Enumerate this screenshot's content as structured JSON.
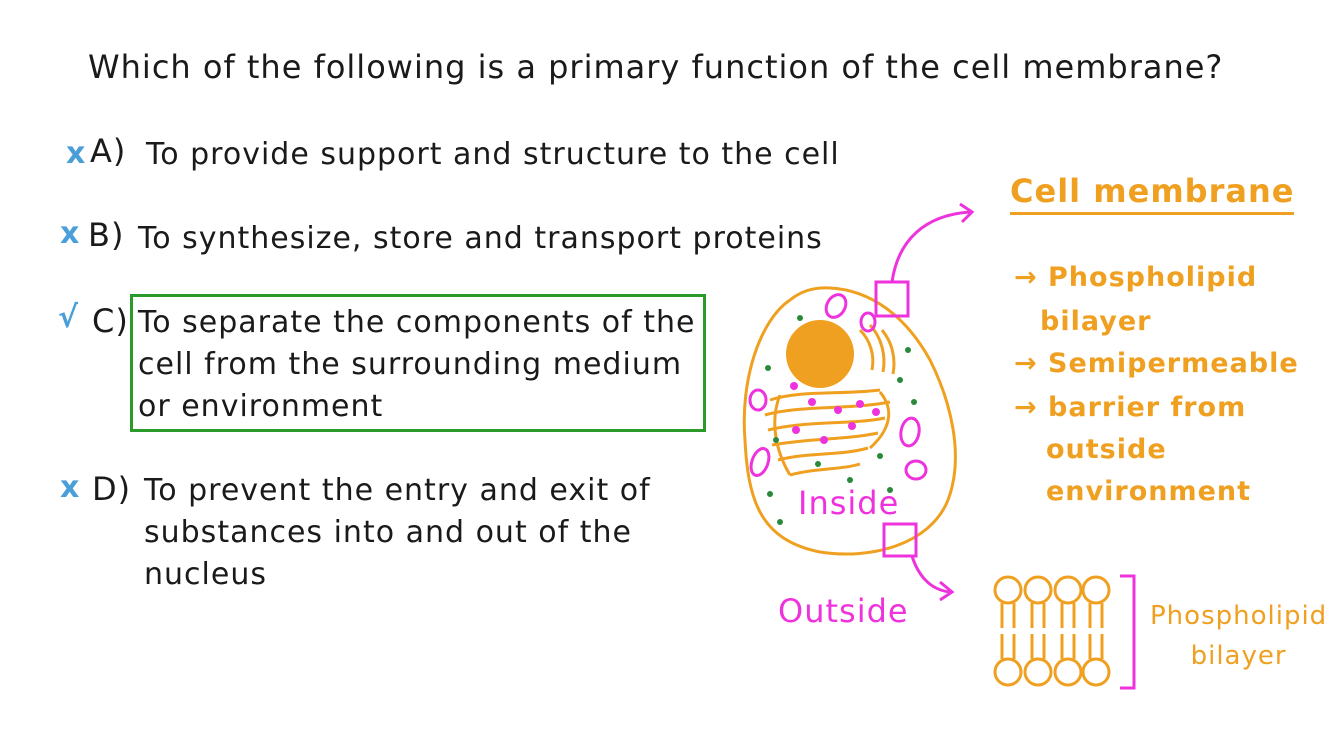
{
  "question": "Which of the following is a primary function of the cell membrane?",
  "options": [
    {
      "mark": "x",
      "letter": "A)",
      "text_lines": [
        "To provide support and structure to the cell"
      ]
    },
    {
      "mark": "x",
      "letter": "B)",
      "text_lines": [
        "To synthesize, store and transport proteins"
      ]
    },
    {
      "mark": "√",
      "letter": "C)",
      "text_lines": [
        "To separate the components of the",
        "cell from the surrounding medium",
        "or environment"
      ]
    },
    {
      "mark": "x",
      "letter": "D)",
      "text_lines": [
        "To prevent the entry and exit of",
        "substances into and out of the",
        "nucleus"
      ]
    }
  ],
  "diagram": {
    "title": "Cell membrane",
    "bullets": [
      "→ Phospholipid",
      "bilayer",
      "→ Semipermeable",
      "→ barrier from",
      "outside",
      "environment"
    ],
    "inside_label": "Inside",
    "outside_label": "Outside",
    "bilayer_label": [
      "Phospholipid",
      "bilayer"
    ]
  },
  "colors": {
    "wrong_mark": "#4a9fd8",
    "correct_box": "#2a9a2a",
    "orange": "#f0a020",
    "magenta": "#ee33dd",
    "green_dots": "#2a8a3a"
  }
}
